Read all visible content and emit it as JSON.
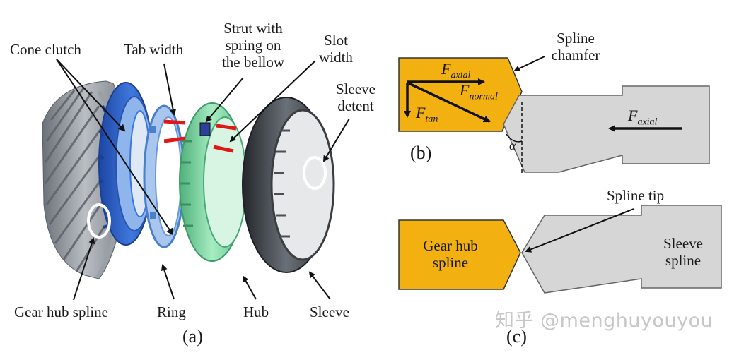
{
  "panel_a": {
    "caption": "(a)",
    "labels": {
      "cone_clutch": "Cone clutch",
      "tab_width": "Tab width",
      "strut_line1": "Strut with",
      "strut_line2": "spring on",
      "strut_line3": "the bellow",
      "slot_line1": "Slot",
      "slot_line2": "width",
      "sleeve_detent_line1": "Sleeve",
      "sleeve_detent_line2": "detent",
      "gear_hub_spline": "Gear hub spline",
      "ring": "Ring",
      "hub": "Hub",
      "sleeve": "Sleeve"
    }
  },
  "panel_b": {
    "caption": "(b)",
    "spline_chamfer_line1": "Spline",
    "spline_chamfer_line2": "chamfer",
    "f_axial": "F",
    "f_axial_sub": "axial",
    "f_normal": "F",
    "f_normal_sub": "normal",
    "f_tan": "F",
    "f_tan_sub": "tan",
    "f_axial_right": "F",
    "f_axial_right_sub": "axial",
    "alpha": "α"
  },
  "panel_c": {
    "caption": "(c)",
    "spline_tip": "Spline tip",
    "gear_hub_line1": "Gear hub",
    "gear_hub_line2": "spline",
    "sleeve_line1": "Sleeve",
    "sleeve_line2": "spline"
  },
  "watermark": "知乎 @menghuyouyou",
  "colors": {
    "gold": "#f2b011",
    "gray_spline": "#d6d6d6",
    "gear_gray": "#8c9196",
    "cone_blue": "#2d5fc4",
    "ring_blue": "#6fa0dd",
    "hub_green": "#7fd7a0",
    "sleeve_dark": "#3b3f44",
    "marker_red": "#e01818"
  }
}
